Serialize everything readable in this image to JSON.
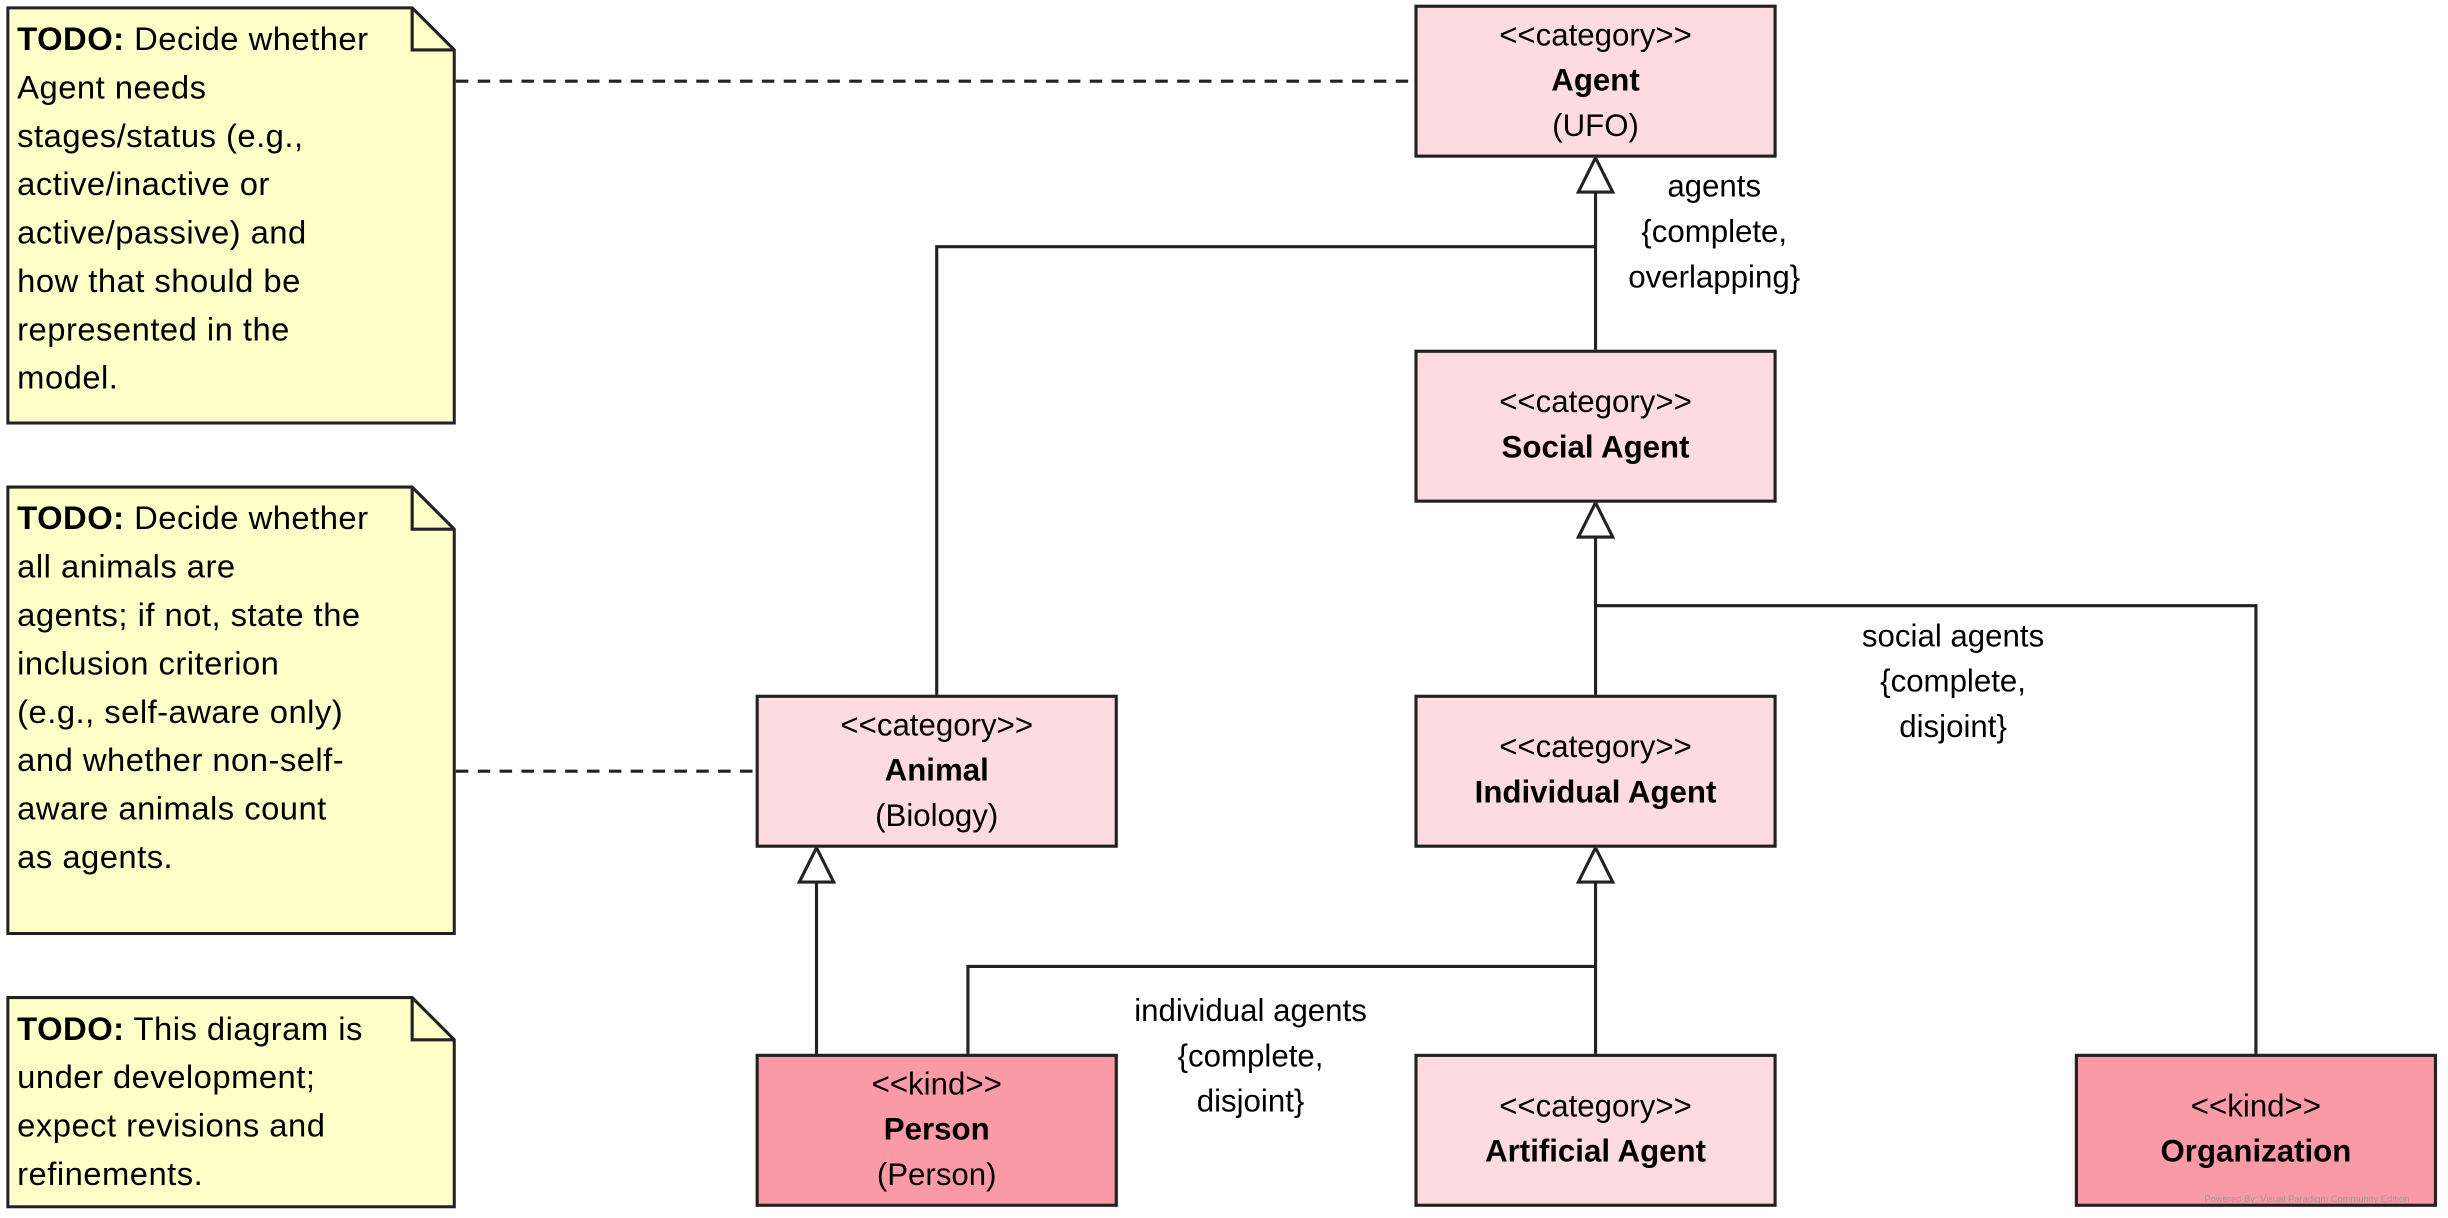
{
  "classes": {
    "agent": {
      "stereotype": "<<category>>",
      "name": "Agent",
      "package": "(UFO)"
    },
    "social_agent": {
      "stereotype": "<<category>>",
      "name": "Social Agent",
      "package": ""
    },
    "animal": {
      "stereotype": "<<category>>",
      "name": "Animal",
      "package": "(Biology)"
    },
    "individual_agent": {
      "stereotype": "<<category>>",
      "name": "Individual Agent",
      "package": ""
    },
    "person": {
      "stereotype": "<<kind>>",
      "name": "Person",
      "package": "(Person)"
    },
    "artificial_agent": {
      "stereotype": "<<category>>",
      "name": "Artificial Agent",
      "package": ""
    },
    "organization": {
      "stereotype": "<<kind>>",
      "name": "Organization",
      "package": ""
    }
  },
  "generalization_sets": {
    "agents": {
      "name": "agents",
      "constraint": "{complete,",
      "constraint2": "overlapping}"
    },
    "social_agents": {
      "name": "social agents",
      "constraint": "{complete,",
      "constraint2": "disjoint}"
    },
    "individual_agents": {
      "name": "individual agents",
      "constraint": "{complete,",
      "constraint2": "disjoint}"
    }
  },
  "notes": [
    {
      "label": "TODO:",
      "lines": [
        " Decide whether",
        "Agent needs",
        "stages/status (e.g.,",
        "active/inactive or",
        "active/passive) and",
        "how that should be",
        "represented in the",
        "model."
      ]
    },
    {
      "label": "TODO:",
      "lines": [
        " Decide whether",
        "all animals are",
        "agents; if not, state the",
        "inclusion criterion",
        "(e.g., self-aware only)",
        "and whether non-self-",
        "aware animals count",
        "as agents."
      ]
    },
    {
      "label": "TODO:",
      "lines": [
        " This diagram is",
        "under development;",
        "expect revisions and",
        "refinements."
      ]
    }
  ],
  "colors": {
    "category_fill": "#fddbe0",
    "kind_fill": "#fa9aa6",
    "note_fill": "#ffffc8",
    "line": "#222222"
  },
  "watermark": "Powered By: Visual Paradigm Community Edition"
}
